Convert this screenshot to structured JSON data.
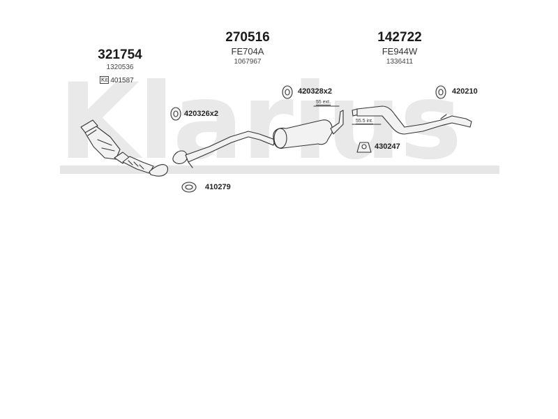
{
  "watermark": {
    "text": "Klarius"
  },
  "parts": [
    {
      "number": "321754",
      "code": "",
      "ref": "1320536",
      "kit_label": "Kit",
      "kit_number": "401587"
    },
    {
      "number": "270516",
      "code": "FE704A",
      "ref": "1067967"
    },
    {
      "number": "142722",
      "code": "FE944W",
      "ref": "1336411"
    }
  ],
  "accessories": [
    {
      "code": "420326x2",
      "icon": "rubber-mount-icon"
    },
    {
      "code": "420328x2",
      "icon": "rubber-mount-icon"
    },
    {
      "code": "420210",
      "icon": "rubber-mount-icon"
    },
    {
      "code": "430247",
      "icon": "hanger-bracket-icon"
    },
    {
      "code": "410279",
      "icon": "gasket-ring-icon"
    }
  ],
  "dimensions": {
    "ext": "55 ext.",
    "int": "55.5 int."
  },
  "colors": {
    "line": "#333333",
    "fill": "#f2f2f2",
    "watermark": "#e6e6e6"
  }
}
